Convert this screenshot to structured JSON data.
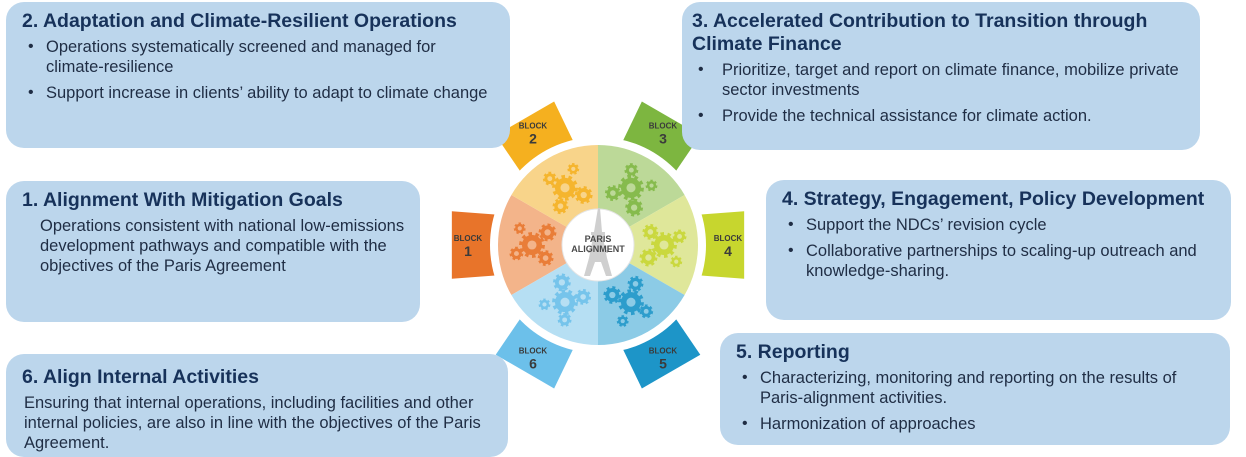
{
  "center": {
    "line1": "PARIS",
    "line2": "ALIGNMENT"
  },
  "blocks": [
    {
      "word": "BLOCK",
      "num": "1",
      "color": "#e8742a"
    },
    {
      "word": "BLOCK",
      "num": "2",
      "color": "#f5b01f"
    },
    {
      "word": "BLOCK",
      "num": "3",
      "color": "#7db640"
    },
    {
      "word": "BLOCK",
      "num": "4",
      "color": "#c7d62e"
    },
    {
      "word": "BLOCK",
      "num": "5",
      "color": "#1d95c8"
    },
    {
      "word": "BLOCK",
      "num": "6",
      "color": "#6cc0ea"
    }
  ],
  "box2": {
    "title": "2. Adaptation and Climate-Resilient Operations",
    "items": [
      "Operations systematically screened and managed for climate-resilience",
      "Support increase in clients’ ability to adapt to climate change"
    ]
  },
  "box3": {
    "title": "3. Accelerated Contribution to Transition through Climate Finance",
    "items": [
      "Prioritize, target and report on climate finance, mobilize private sector investments",
      "Provide the technical assistance for climate action."
    ]
  },
  "box1": {
    "title": "1. Alignment With Mitigation Goals",
    "text": "Operations consistent with national low-emissions development pathways and compatible with the objectives of the Paris Agreement"
  },
  "box4": {
    "title": "4. Strategy, Engagement, Policy Development",
    "items": [
      "Support the NDCs’ revision cycle",
      "Collaborative partnerships to scaling-up outreach and knowledge-sharing."
    ]
  },
  "box5": {
    "title": "5. Reporting",
    "items": [
      "Characterizing, monitoring and reporting on the results of Paris-alignment activities.",
      "Harmonization of approaches"
    ]
  },
  "box6": {
    "title": "6. Align Internal Activities",
    "text": "Ensuring that internal operations, including facilities and other internal policies, are also in line with the objectives of the Paris Agreement."
  }
}
